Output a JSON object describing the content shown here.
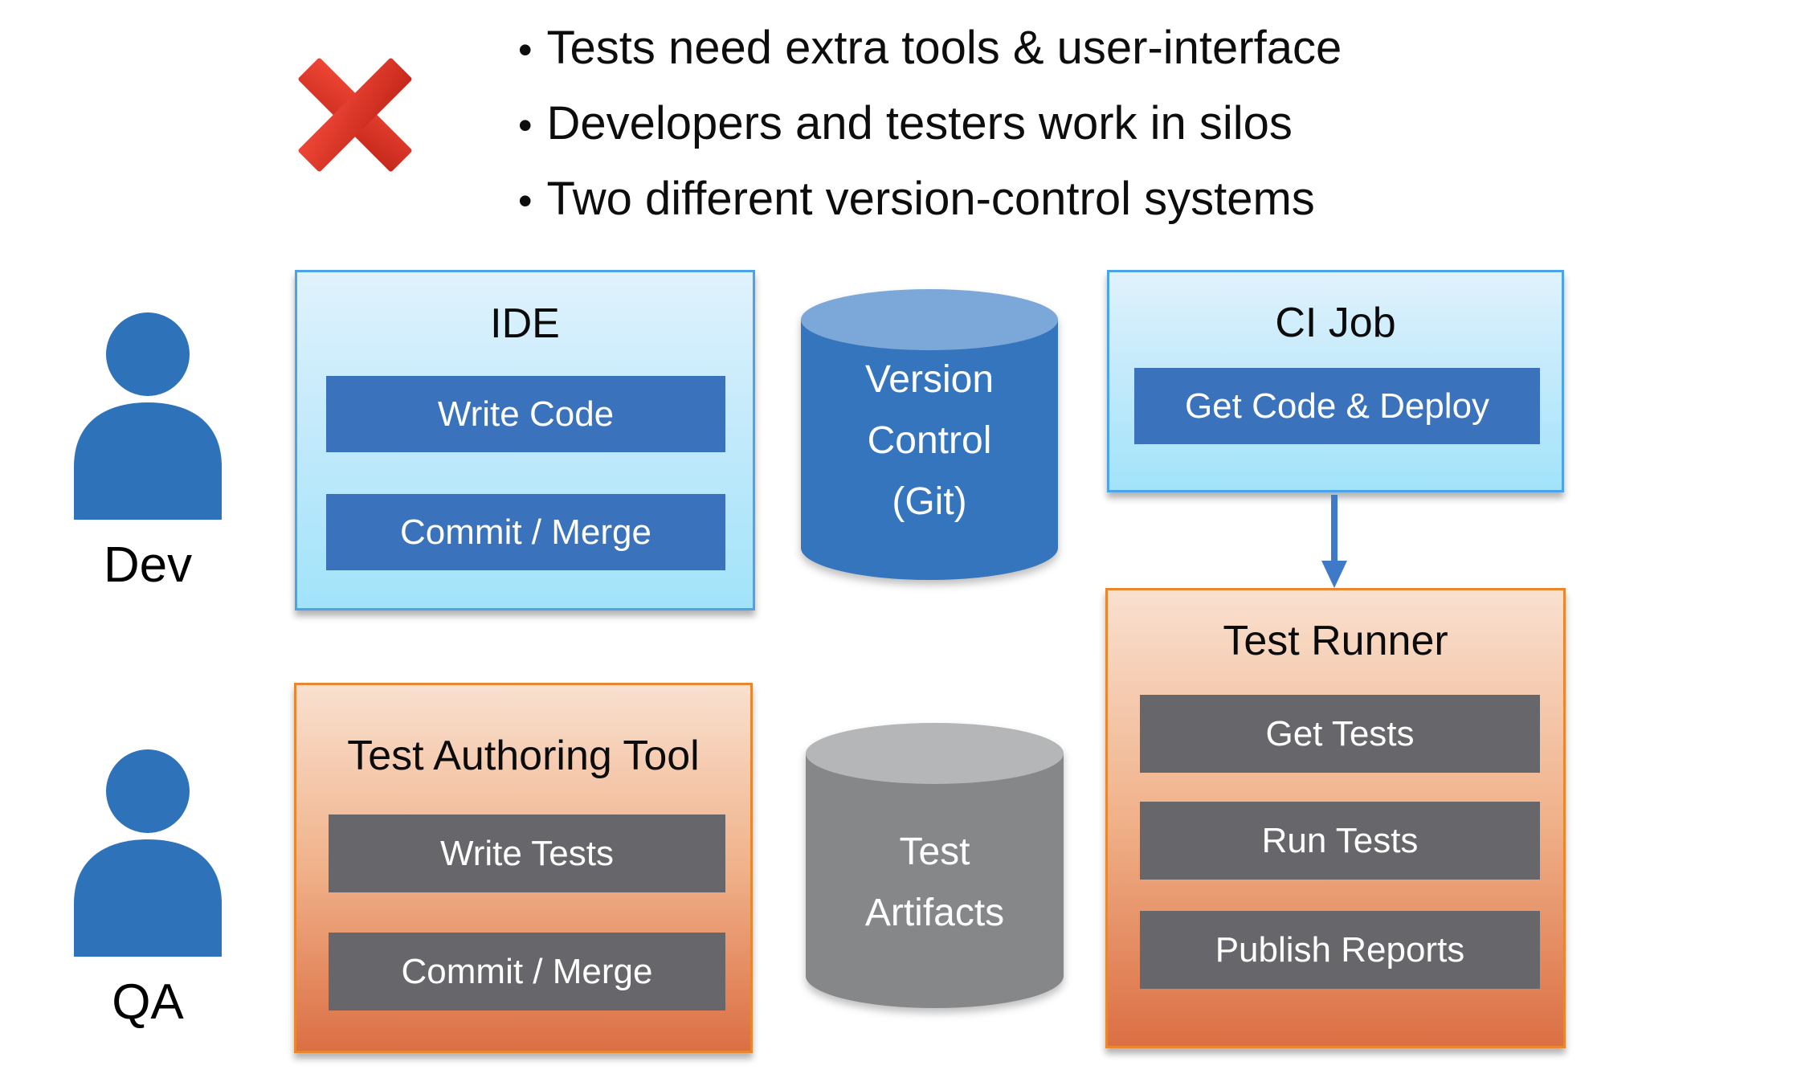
{
  "issues": {
    "bullet_char": "•",
    "items": [
      "Tests need extra tools & user-interface",
      "Developers and testers work in silos",
      "Two different version-control systems"
    ]
  },
  "actors": {
    "dev": "Dev",
    "qa": "QA"
  },
  "nodes": {
    "ide": {
      "title": "IDE",
      "buttons": [
        "Write Code",
        "Commit / Merge"
      ]
    },
    "version_control": {
      "lines": [
        "Version",
        "Control",
        "(Git)"
      ]
    },
    "ci_job": {
      "title": "CI Job",
      "buttons": [
        "Get Code & Deploy"
      ]
    },
    "test_authoring_tool": {
      "title": "Test Authoring Tool",
      "buttons": [
        "Write Tests",
        "Commit / Merge"
      ]
    },
    "test_artifacts": {
      "lines": [
        "Test",
        "Artifacts"
      ]
    },
    "test_runner": {
      "title": "Test Runner",
      "buttons": [
        "Get Tests",
        "Run Tests",
        "Publish Reports"
      ]
    }
  },
  "colors": {
    "error_red": "#d92b1d",
    "light_blue_fill_top": "#e0f2fc",
    "light_blue_fill_bottom": "#a2e3fa",
    "light_blue_border": "#4ba4ea",
    "blue_button": "#3a72bb",
    "orange_fill_top": "#f9e0cf",
    "orange_fill_bottom": "#dc6f44",
    "orange_border": "#e8872e",
    "gray_button": "#67676b",
    "blue_cylinder_body": "#3575bd",
    "blue_cylinder_top": "#7ba8d9",
    "gray_cylinder_body": "#858789",
    "gray_cylinder_top": "#b4b6b8",
    "person_blue": "#2e73b9",
    "arrow_blue": "#3e7ac7"
  }
}
